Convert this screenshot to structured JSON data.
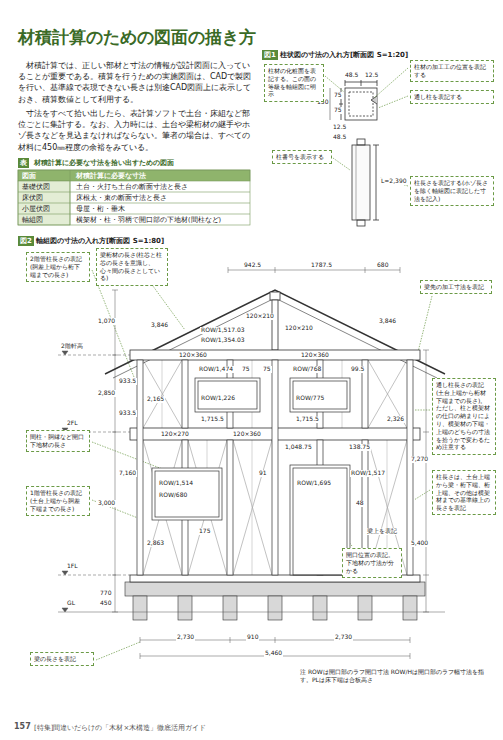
{
  "diagram": {
    "title": "材積計算のための図面の描き方",
    "nodes": [
      {
        "text": [
          "柱材の化粧面を表記する。この面の等級を軸組図に明示"
        ]
      },
      {
        "text": [
          "柱材の加工工の位置を表記する"
        ]
      },
      {
        "text": [
          "通し柱を表記する"
        ]
      },
      {
        "text": [
          "柱番号を表示する"
        ]
      },
      {
        "text": [
          "柱長さを表記する(ホゾ長さを除く軸組図に表記した寸法を記入)"
        ]
      },
      {
        "text": [
          "2階管柱長さの表記(胴差上端から桁下端までの長さ)"
        ]
      },
      {
        "text": [
          "梁桁材の長さ(柱芯と柱芯の長さを意識し、心々間の長さとしている)"
        ]
      },
      {
        "text": [
          "梁先の加工寸法を表記"
        ]
      },
      {
        "text": [
          "通し柱長さの表記(土台上端から桁材下端までの長さ)。ただし、柱と横架材の仕口の納まりにより、横架材の下端・上端のどちらの寸法を拾うかで変わるため注意する"
        ]
      },
      {
        "text": [
          "間柱・胴縁など開口下地材の長さ"
        ]
      },
      {
        "text": [
          "1階管柱長さの表記(土台上端から胴差下端までの長さ)"
        ]
      },
      {
        "text": [
          "柱長さは、土台上端から梁・桁下端、桁上端、その他は横架材までの基準線上の長さを表記"
        ]
      },
      {
        "text": [
          "開口位置の表記。下地材の寸法が分かる"
        ]
      },
      {
        "text": [
          "梁の長さを表記"
        ]
      }
    ],
    "labels": [
      "材積計算では、正しい部材と寸法の情報が設計図面に入っていることが重要である。積算を行うための実施図面は、CADで製図を行い、基準線で表現できない長さは別途CAD図面上に表示しておき、積算数値として利用する。",
      "寸法をすべて拾い出したら、表計算ソフトで土台・床組など部位ごとに集計する。なお、入力時には、土台や梁桁材の継手やホゾ長さなどを見込まなければならない。筆者の場合は、すべての材料に450㎜程度の余裕をみている。",
      "表",
      "材積計算に必要な寸法を拾い出すための図面",
      "図面",
      "材積計算に必要な寸法",
      "基礎伏図",
      "土台・火打ち土台の断面寸法と長さ",
      "床伏図",
      "床根太・束の断面寸法と長さ",
      "小屋伏図",
      "母屋・桁・垂木",
      "軸組図",
      "横架材・柱・羽柄で開口部の下地材(間柱など)",
      "図1",
      "柱状図の寸法の入れ方[断面図 S=1:20]",
      "48.5",
      "12.5",
      "75",
      "75",
      "150",
      "12.5",
      "48.5",
      "L=2,390",
      "図2",
      "軸組図の寸法の入れ方[断面図 S=1:80]",
      "942.5",
      "1787.5",
      "680",
      "3,846",
      "3,846",
      "ROW/1,517.03",
      "ROW/1,354.03",
      "120×210",
      "120×210",
      "933.5",
      "120×360",
      "120×360",
      "ROW/1,474",
      "75",
      "75",
      "ROW/768",
      "99.5",
      "ROW/1,226",
      "ROW/775",
      "933.5",
      "1,715.5",
      "1,715.5",
      "1,048.75",
      "138.75",
      "120×270",
      "120×360",
      "ROW/1,514",
      "ROW/680",
      "91",
      "ROW/1,695",
      "ROW/1,517",
      "48",
      "175",
      "梁上を表記",
      "1,070",
      "2,850",
      "3,000",
      "770",
      "450",
      "2階軒高",
      "2FL",
      "1FL",
      "GL",
      "7,160",
      "2,863",
      "2,165",
      "2,326",
      "7,270",
      "5,400",
      "2,730",
      "910",
      "2,730",
      "5,460",
      "注 ROWは開口部のラフ開口寸法 ROW/Hは開口部のラフ幅寸法を指す。PLは床下端は合板高さ",
      "157",
      "[特集]間違いだらけの「木材×木構造」徹底活用ガイド"
    ]
  }
}
